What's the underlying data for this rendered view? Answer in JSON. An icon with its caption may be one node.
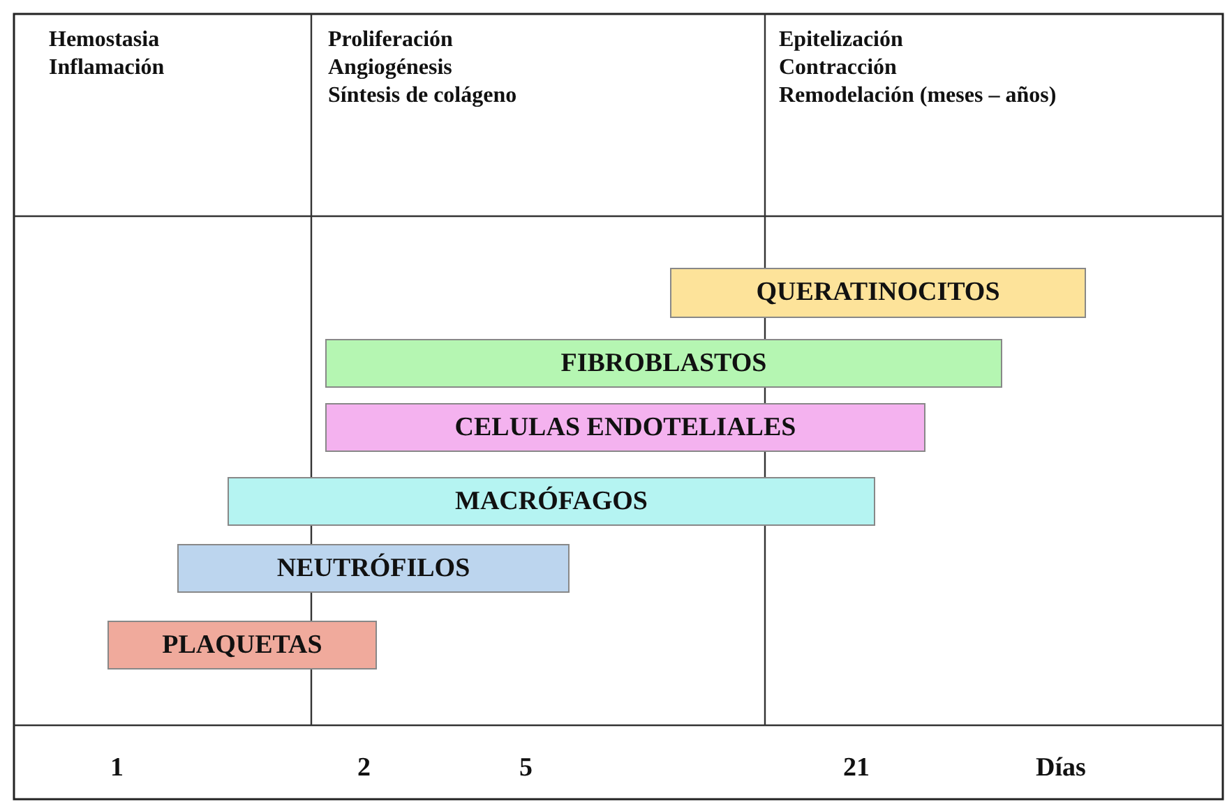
{
  "diagram": {
    "nodes": [
      {
        "text": [
          "QUERATINOCITOS"
        ]
      },
      {
        "text": [
          "FIBROBLASTOS"
        ]
      },
      {
        "text": [
          "CELULAS ENDOTELIALES"
        ]
      },
      {
        "text": [
          "MACRÓFAGOS"
        ]
      },
      {
        "text": [
          "NEUTRÓFILOS"
        ]
      },
      {
        "text": [
          "PLAQUETAS"
        ]
      }
    ],
    "labels": [
      "Hemostasia",
      "Inflamación",
      "Proliferación",
      "Angiogénesis",
      "Síntesis de colágeno",
      "Epitelización",
      "Contracción",
      "Remodelación (meses – años)",
      "1",
      "2",
      "5",
      "21",
      "Días"
    ]
  }
}
